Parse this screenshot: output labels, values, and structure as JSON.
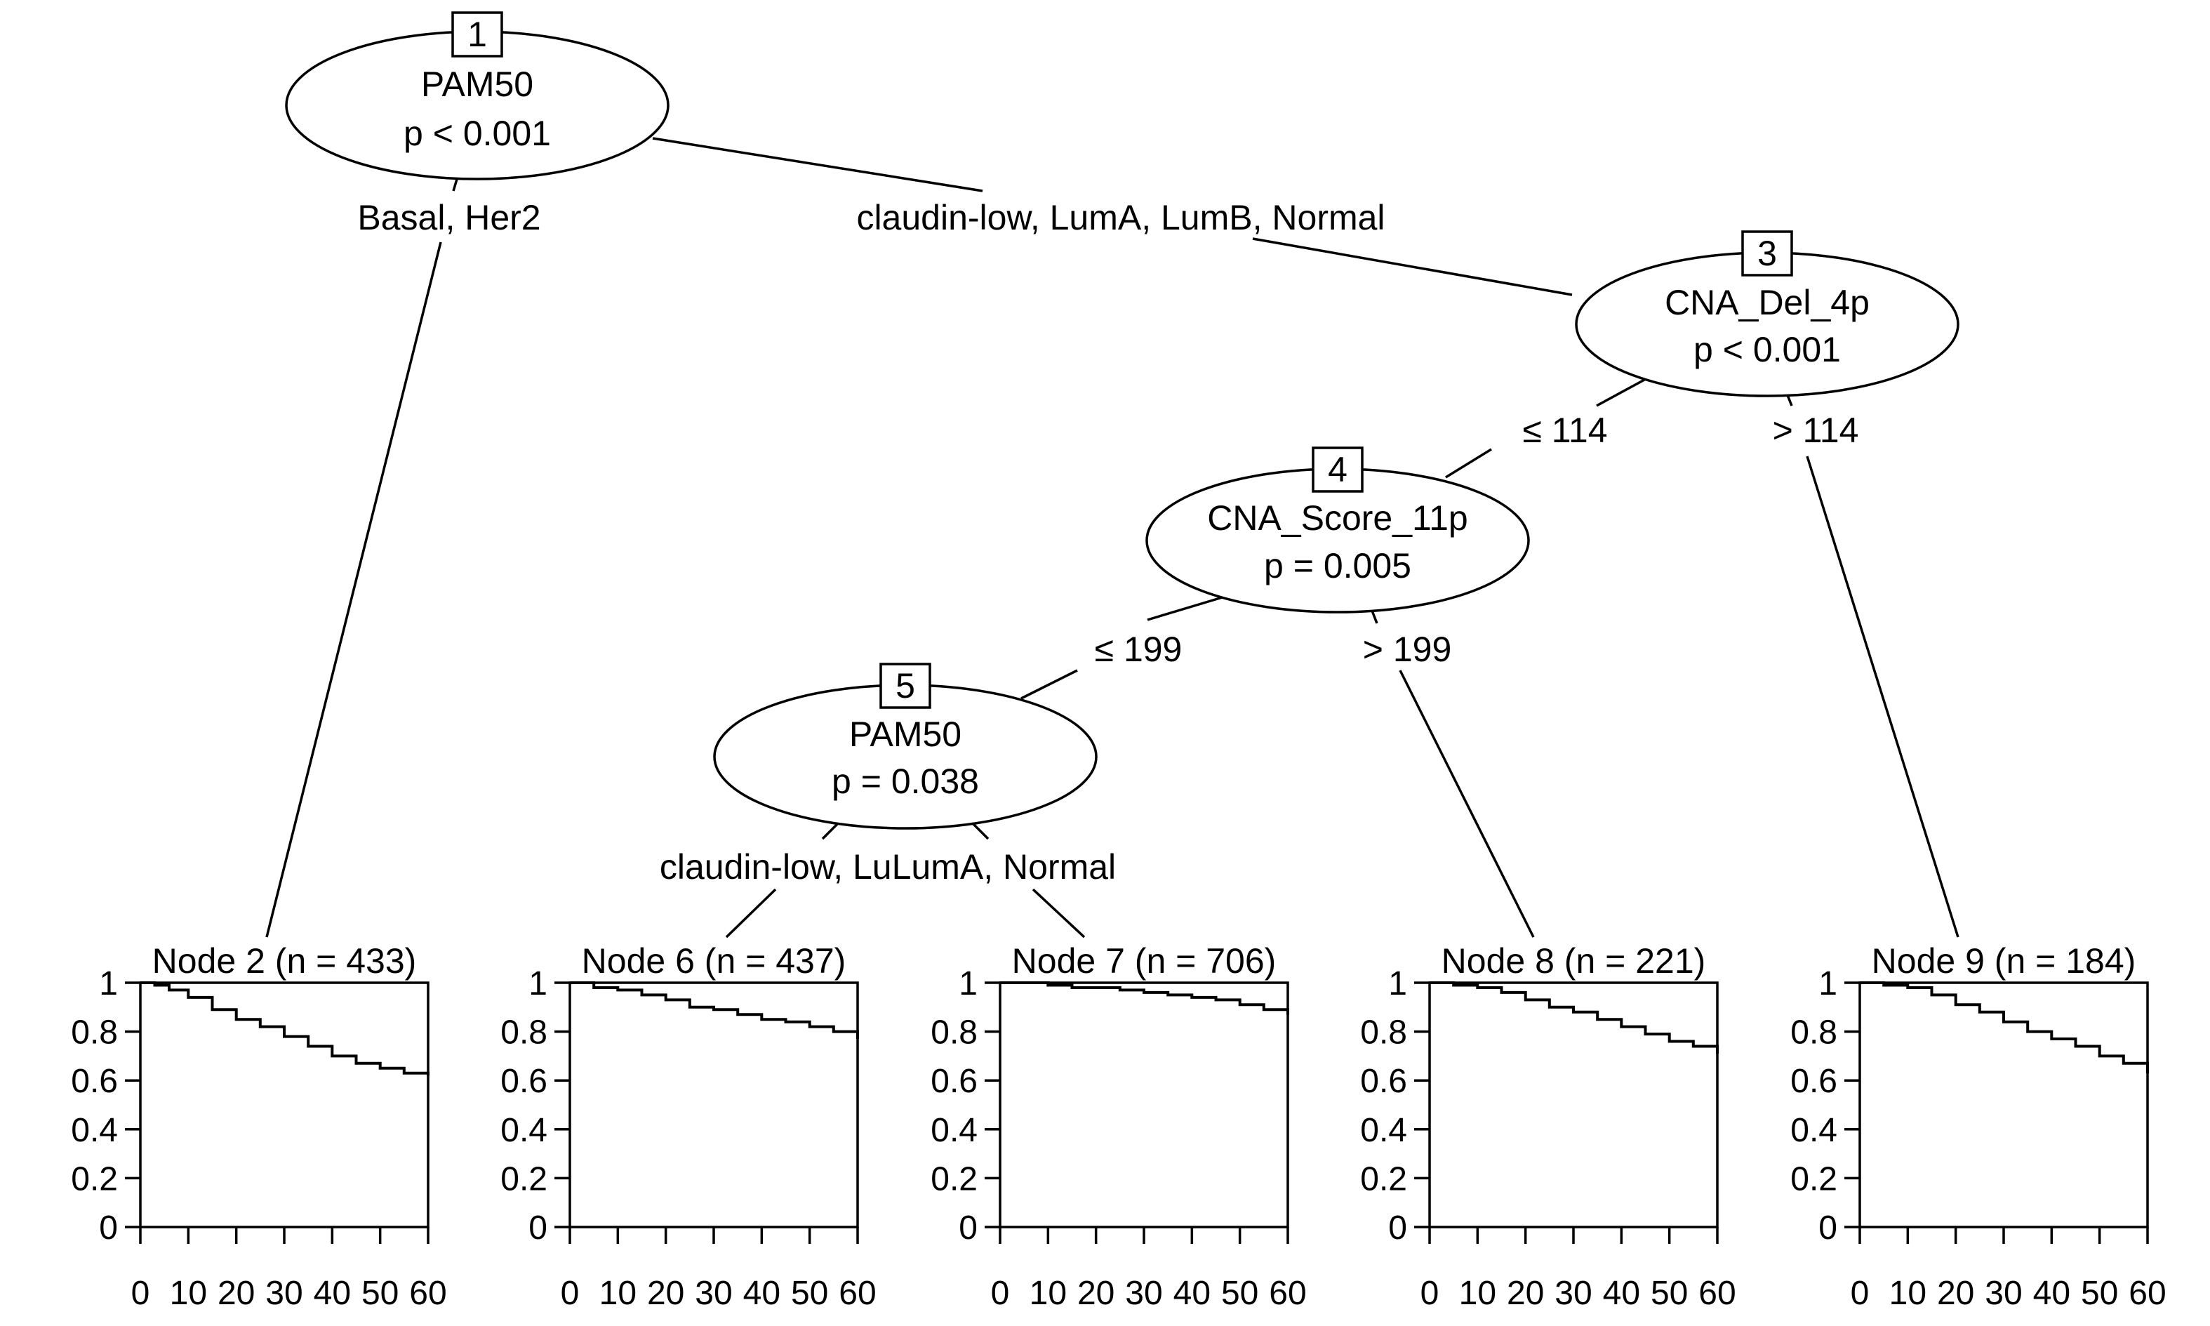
{
  "inner_nodes": [
    {
      "id": "1",
      "variable": "PAM50",
      "pvalue": "p < 0.001"
    },
    {
      "id": "3",
      "variable": "CNA_Del_4p",
      "pvalue": "p < 0.001"
    },
    {
      "id": "4",
      "variable": "CNA_Score_11p",
      "pvalue": "p = 0.005"
    },
    {
      "id": "5",
      "variable": "PAM50",
      "pvalue": "p = 0.038"
    }
  ],
  "edges": [
    {
      "from": "1",
      "to": "2",
      "label": "Basal, Her2"
    },
    {
      "from": "1",
      "to": "3",
      "label": "claudin-low, LumA, LumB, Normal"
    },
    {
      "from": "3",
      "to": "4",
      "label": "≤ 114"
    },
    {
      "from": "3",
      "to": "9",
      "label": "> 114"
    },
    {
      "from": "4",
      "to": "5",
      "label": "≤ 199"
    },
    {
      "from": "4",
      "to": "8",
      "label": "> 199"
    },
    {
      "from": "5",
      "to": "6",
      "label": "claudin-low, LuLumA, Normal"
    },
    {
      "from": "5",
      "to": "7",
      "label": ""
    }
  ],
  "terminal_nodes": [
    {
      "id": "2",
      "title": "Node 2 (n = 433)"
    },
    {
      "id": "6",
      "title": "Node 6 (n = 437)"
    },
    {
      "id": "7",
      "title": "Node 7 (n = 706)"
    },
    {
      "id": "8",
      "title": "Node 8 (n = 221)"
    },
    {
      "id": "9",
      "title": "Node 9 (n = 184)"
    }
  ],
  "chart_data": [
    {
      "type": "line",
      "node": "2",
      "title": "Node 2 (n = 433)",
      "x_ticks": [
        "0",
        "10",
        "20",
        "30",
        "40",
        "50",
        "60"
      ],
      "y_ticks": [
        "0",
        "0.2",
        "0.4",
        "0.6",
        "0.8",
        "1"
      ],
      "xlim": [
        0,
        60
      ],
      "ylim": [
        0,
        1
      ],
      "x": [
        0,
        3,
        6,
        10,
        15,
        20,
        25,
        30,
        35,
        40,
        45,
        50,
        55,
        60
      ],
      "y": [
        1,
        0.99,
        0.97,
        0.94,
        0.89,
        0.85,
        0.82,
        0.78,
        0.74,
        0.7,
        0.67,
        0.65,
        0.63,
        0.62
      ]
    },
    {
      "type": "line",
      "node": "6",
      "title": "Node 6 (n = 437)",
      "x_ticks": [
        "0",
        "10",
        "20",
        "30",
        "40",
        "50",
        "60"
      ],
      "y_ticks": [
        "0",
        "0.2",
        "0.4",
        "0.6",
        "0.8",
        "1"
      ],
      "xlim": [
        0,
        60
      ],
      "ylim": [
        0,
        1
      ],
      "x": [
        0,
        5,
        10,
        15,
        20,
        25,
        30,
        35,
        40,
        45,
        50,
        55,
        60
      ],
      "y": [
        1,
        0.98,
        0.97,
        0.95,
        0.93,
        0.9,
        0.89,
        0.87,
        0.85,
        0.84,
        0.82,
        0.8,
        0.77
      ]
    },
    {
      "type": "line",
      "node": "7",
      "title": "Node 7 (n = 706)",
      "x_ticks": [
        "0",
        "10",
        "20",
        "30",
        "40",
        "50",
        "60"
      ],
      "y_ticks": [
        "0",
        "0.2",
        "0.4",
        "0.6",
        "0.8",
        "1"
      ],
      "xlim": [
        0,
        60
      ],
      "ylim": [
        0,
        1
      ],
      "x": [
        0,
        5,
        10,
        15,
        20,
        25,
        30,
        35,
        40,
        45,
        50,
        55,
        60
      ],
      "y": [
        1,
        1,
        0.99,
        0.98,
        0.98,
        0.97,
        0.96,
        0.95,
        0.94,
        0.93,
        0.91,
        0.89,
        0.87
      ]
    },
    {
      "type": "line",
      "node": "8",
      "title": "Node 8 (n = 221)",
      "x_ticks": [
        "0",
        "10",
        "20",
        "30",
        "40",
        "50",
        "60"
      ],
      "y_ticks": [
        "0",
        "0.2",
        "0.4",
        "0.6",
        "0.8",
        "1"
      ],
      "xlim": [
        0,
        60
      ],
      "ylim": [
        0,
        1
      ],
      "x": [
        0,
        5,
        10,
        15,
        20,
        25,
        30,
        35,
        40,
        45,
        50,
        55,
        60
      ],
      "y": [
        1,
        0.99,
        0.98,
        0.96,
        0.93,
        0.9,
        0.88,
        0.85,
        0.82,
        0.79,
        0.76,
        0.74,
        0.71
      ]
    },
    {
      "type": "line",
      "node": "9",
      "title": "Node 9 (n = 184)",
      "x_ticks": [
        "0",
        "10",
        "20",
        "30",
        "40",
        "50",
        "60"
      ],
      "y_ticks": [
        "0",
        "0.2",
        "0.4",
        "0.6",
        "0.8",
        "1"
      ],
      "xlim": [
        0,
        60
      ],
      "ylim": [
        0,
        1
      ],
      "x": [
        0,
        5,
        10,
        15,
        20,
        25,
        30,
        35,
        40,
        45,
        50,
        55,
        60
      ],
      "y": [
        1,
        0.99,
        0.98,
        0.95,
        0.91,
        0.88,
        0.84,
        0.8,
        0.77,
        0.74,
        0.7,
        0.67,
        0.63
      ]
    }
  ]
}
